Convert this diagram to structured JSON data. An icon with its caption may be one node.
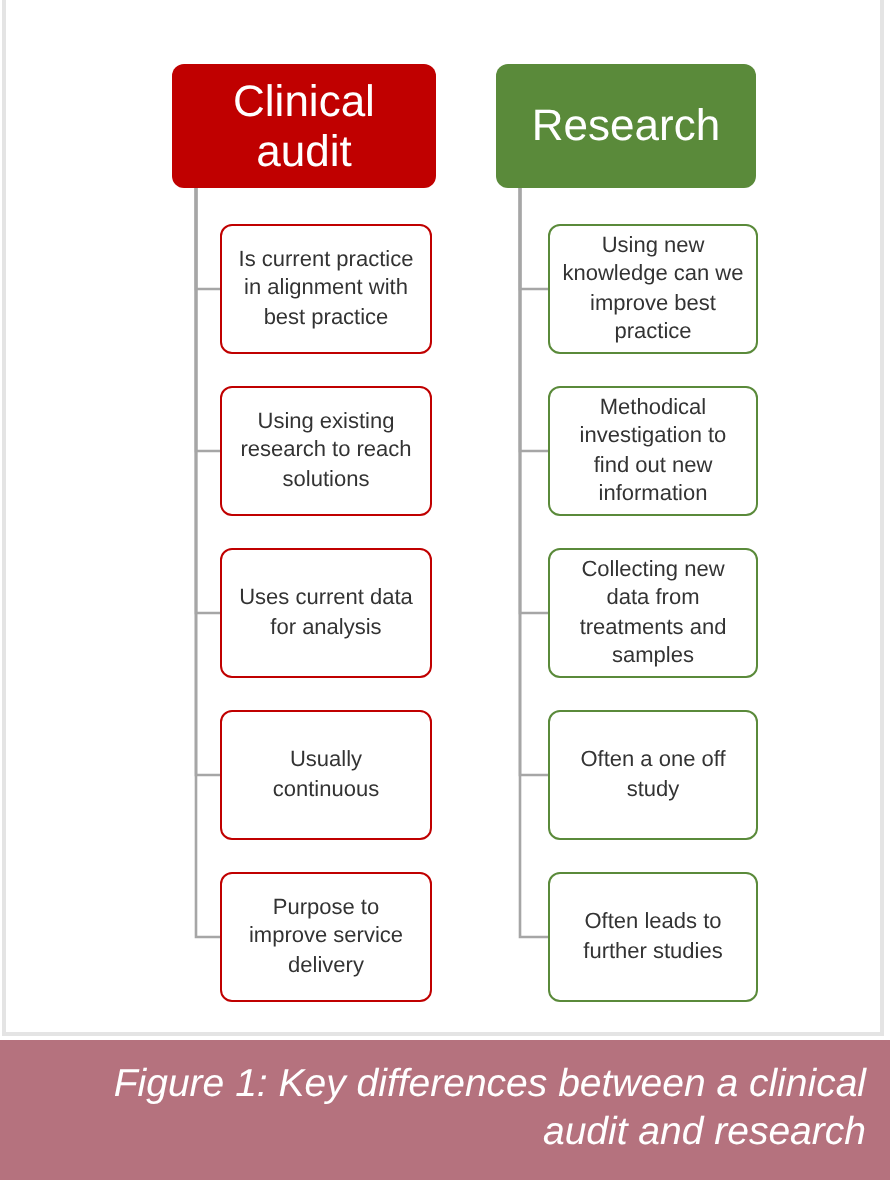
{
  "diagram": {
    "caption": "Figure 1: Key differences between a clinical audit and research",
    "nodes": [
      {
        "text": [
          "Clinical audit"
        ]
      },
      {
        "text": [
          "Is current practice in alignment with best practice"
        ]
      },
      {
        "text": [
          "Using existing research to reach solutions"
        ]
      },
      {
        "text": [
          "Uses current data for analysis"
        ]
      },
      {
        "text": [
          "Usually continuous"
        ]
      },
      {
        "text": [
          "Purpose to improve service delivery"
        ]
      },
      {
        "text": [
          "Research"
        ]
      },
      {
        "text": [
          "Using new knowledge can we improve best practice"
        ]
      },
      {
        "text": [
          "Methodical investigation to find out new information"
        ]
      },
      {
        "text": [
          "Collecting new data from treatments and samples"
        ]
      },
      {
        "text": [
          "Often a one off study"
        ]
      },
      {
        "text": [
          "Often leads to further studies"
        ]
      }
    ],
    "edges": [
      {
        "from": 0,
        "to": 1,
        "arrow": "none"
      },
      {
        "from": 0,
        "to": 2,
        "arrow": "none"
      },
      {
        "from": 0,
        "to": 3,
        "arrow": "none"
      },
      {
        "from": 0,
        "to": 4,
        "arrow": "none"
      },
      {
        "from": 0,
        "to": 5,
        "arrow": "none"
      },
      {
        "from": 6,
        "to": 7,
        "arrow": "none"
      },
      {
        "from": 6,
        "to": 8,
        "arrow": "none"
      },
      {
        "from": 6,
        "to": 9,
        "arrow": "none"
      },
      {
        "from": 6,
        "to": 10,
        "arrow": "none"
      },
      {
        "from": 6,
        "to": 11,
        "arrow": "none"
      }
    ]
  }
}
